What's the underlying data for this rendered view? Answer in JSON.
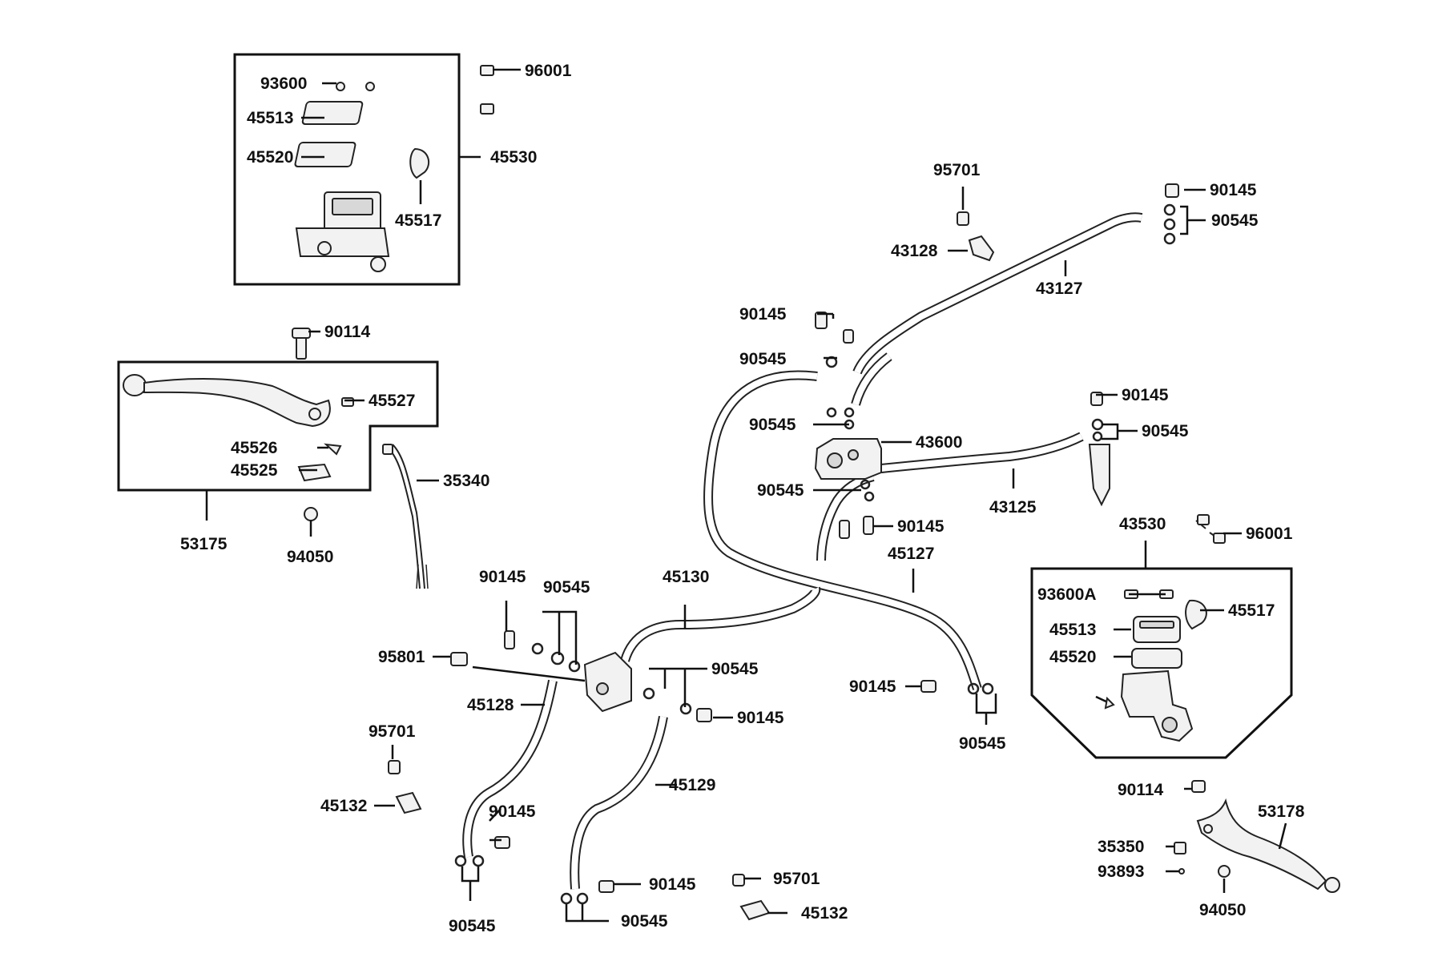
{
  "parts": {
    "p96001_a": "96001",
    "p93600": "93600",
    "p45513_a": "45513",
    "p45520_a": "45520",
    "p45530": "45530",
    "p45517_a": "45517",
    "p95701_a": "95701",
    "p90145_a": "90145",
    "p90545_a": "90545",
    "p43128": "43128",
    "p43127": "43127",
    "p90145_b": "90145",
    "p90545_b": "90545",
    "p90114_a": "90114",
    "p45527": "45527",
    "p45526": "45526",
    "p45525": "45525",
    "p53175": "53175",
    "p94050_a": "94050",
    "p35340": "35340",
    "p90545_c": "90545",
    "p43600": "43600",
    "p90145_c": "90145",
    "p90545_d": "90545",
    "p90545_e": "90545",
    "p43125": "43125",
    "p90145_d": "90145",
    "p43530": "43530",
    "p96001_b": "96001",
    "p45127": "45127",
    "p93600A": "93600A",
    "p45517_b": "45517",
    "p45513_b": "45513",
    "p45520_b": "45520",
    "p90145_e": "90145",
    "p90545_f": "90545",
    "p90145_f": "90145",
    "p90545_g": "90545",
    "p45130": "45130",
    "p95801": "95801",
    "p45128": "45128",
    "p90545_h": "90545",
    "p90145_g": "90145",
    "p95701_b": "95701",
    "p45132_a": "45132",
    "p45129": "45129",
    "p90145_h": "90145",
    "p90545_i": "90545",
    "p90145_i": "90145",
    "p90545_j": "90545",
    "p95701_c": "95701",
    "p45132_b": "45132",
    "p90114_b": "90114",
    "p53178": "53178",
    "p35350": "35350",
    "p93893": "93893",
    "p94050_b": "94050"
  }
}
